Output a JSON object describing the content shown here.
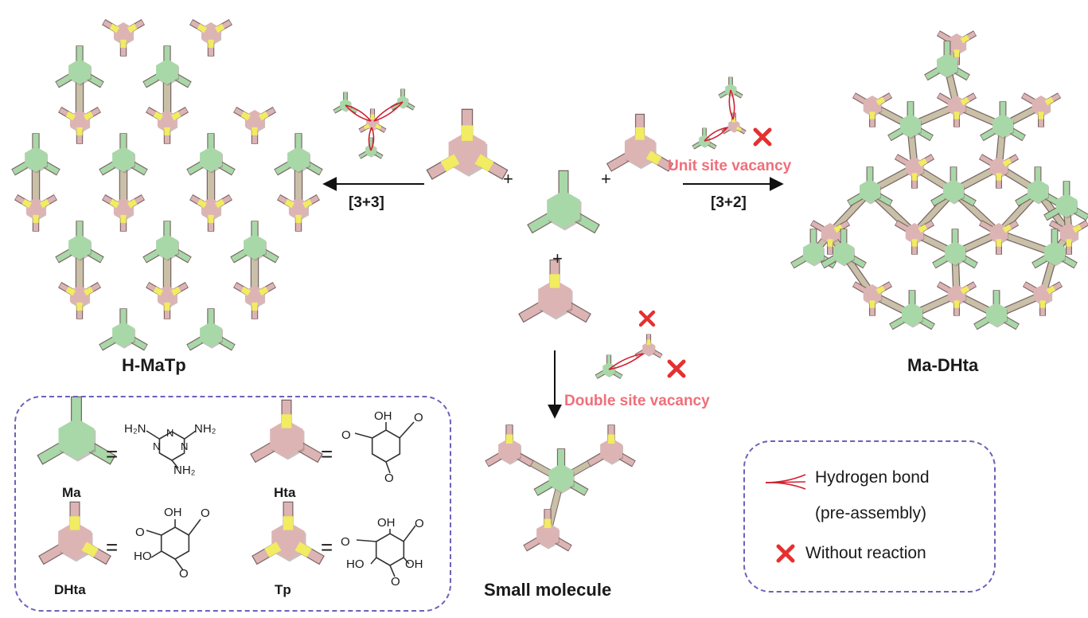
{
  "labels": {
    "h_matp": "H-MaTp",
    "ma_dhta": "Ma-DHta",
    "small_molecule": "Small molecule",
    "plus": "+",
    "arrow_left": "[3+3]",
    "arrow_right": "[3+2]",
    "unit_vacancy": "Unit site vacancy",
    "double_vacancy": "Double site vacancy"
  },
  "legend_left": {
    "equals": "=",
    "ma": "Ma",
    "hta": "Hta",
    "dhta": "DHta",
    "tp": "Tp",
    "oh": "OH",
    "ho": "HO",
    "o": "O",
    "h2n": "H₂N",
    "nh2": "NH₂",
    "n": "N"
  },
  "legend_right": {
    "hbond": "Hydrogen bond",
    "preassembly": "(pre-assembly)",
    "noreaction": "Without reaction"
  },
  "colors": {
    "green": "#a8d8a8",
    "pink": "#ddb4b4",
    "yellow": "#f1ec62",
    "hbond": "#d02030",
    "cross": "#e53030",
    "text_pink": "#ef6f7a",
    "dash": "#6a62b8"
  }
}
